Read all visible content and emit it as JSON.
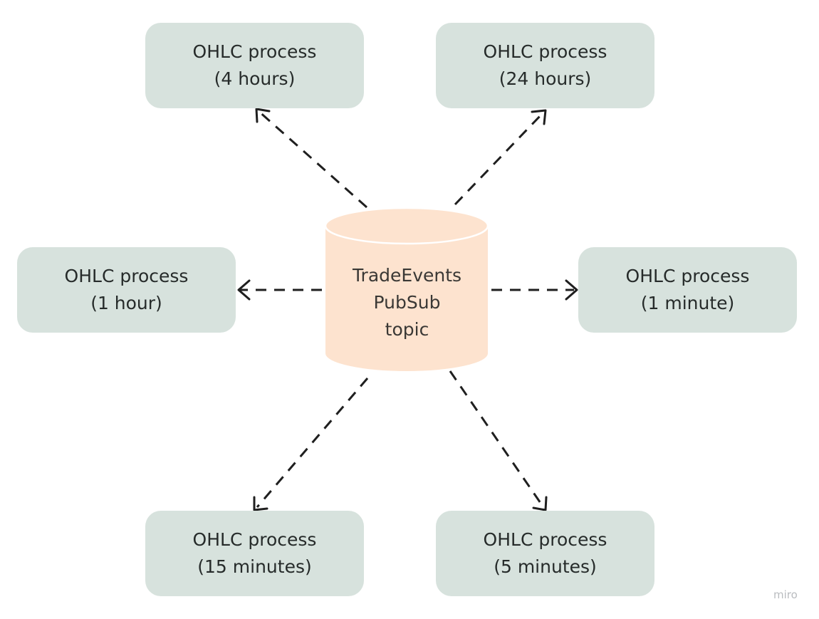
{
  "topic": {
    "lines": [
      "TradeEvents",
      "PubSub",
      "topic"
    ],
    "fill": "#fde3cf"
  },
  "nodes": [
    {
      "id": "4h",
      "line1": "OHLC process",
      "line2": "(4 hours)"
    },
    {
      "id": "24h",
      "line1": "OHLC process",
      "line2": "(24 hours)"
    },
    {
      "id": "1h",
      "line1": "OHLC process",
      "line2": "(1 hour)"
    },
    {
      "id": "1m",
      "line1": "OHLC process",
      "line2": "(1 minute)"
    },
    {
      "id": "15m",
      "line1": "OHLC process",
      "line2": "(15 minutes)"
    },
    {
      "id": "5m",
      "line1": "OHLC process",
      "line2": "(5 minutes)"
    }
  ],
  "edges": [
    {
      "from": "topic",
      "to": "4h",
      "style": "dashed-arrow"
    },
    {
      "from": "topic",
      "to": "24h",
      "style": "dashed-arrow"
    },
    {
      "from": "topic",
      "to": "1h",
      "style": "dashed-arrow"
    },
    {
      "from": "topic",
      "to": "1m",
      "style": "dashed-arrow"
    },
    {
      "from": "topic",
      "to": "15m",
      "style": "dashed-arrow"
    },
    {
      "from": "topic",
      "to": "5m",
      "style": "dashed-arrow"
    }
  ],
  "node_fill": "#d7e2dd",
  "edge_color": "#1f1f1f",
  "watermark": "miro"
}
